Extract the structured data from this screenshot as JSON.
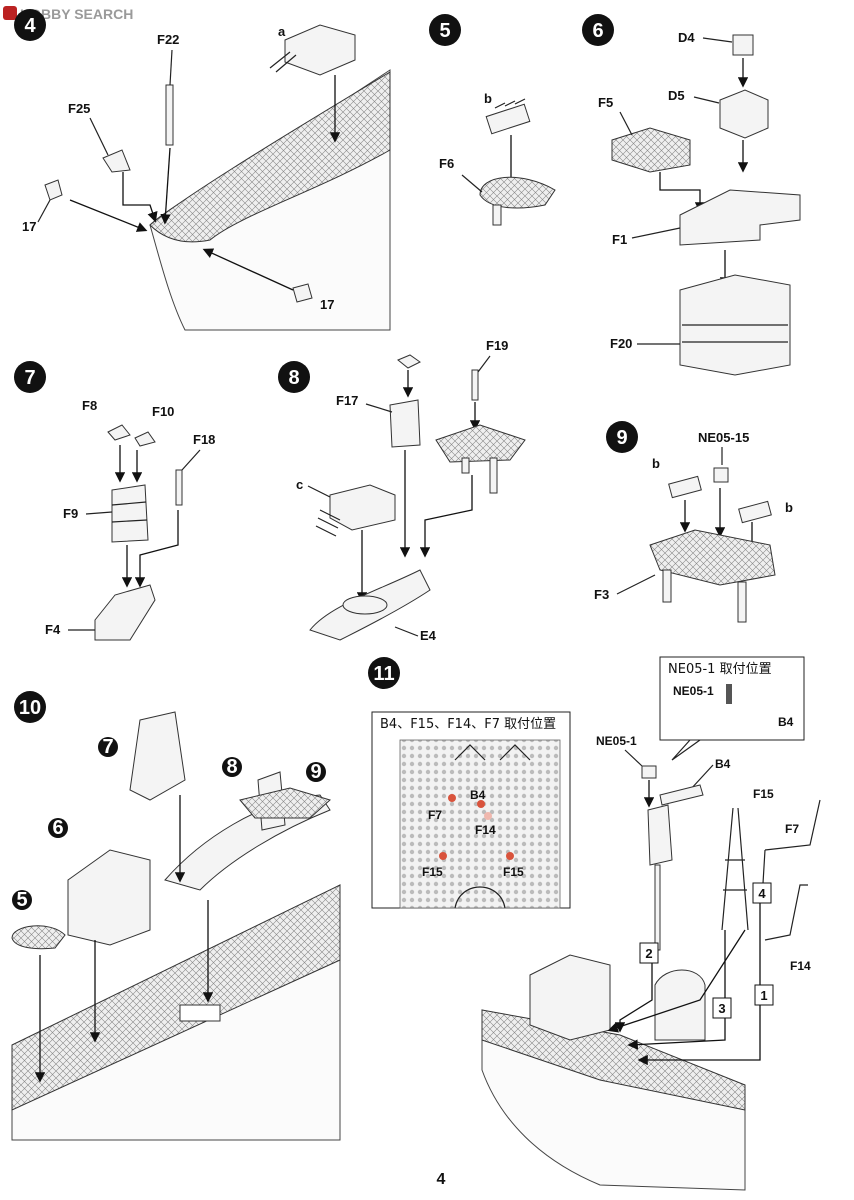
{
  "watermark": "HOBBY SEARCH",
  "page_number": "4",
  "steps": [
    {
      "number": "4",
      "labels": {
        "a": "a",
        "f22": "F22",
        "f25": "F25",
        "p17a": "17",
        "p17b": "17"
      }
    },
    {
      "number": "5",
      "labels": {
        "b": "b",
        "f6": "F6"
      }
    },
    {
      "number": "6",
      "labels": {
        "d4": "D4",
        "d5": "D5",
        "f5": "F5",
        "f1": "F1",
        "f20": "F20"
      }
    },
    {
      "number": "7",
      "labels": {
        "f8": "F8",
        "f10": "F10",
        "f18": "F18",
        "f9": "F9",
        "f4": "F4"
      }
    },
    {
      "number": "8",
      "labels": {
        "f19": "F19",
        "f17": "F17",
        "c": "c",
        "e4": "E4"
      }
    },
    {
      "number": "9",
      "labels": {
        "ne0515": "NE05-15",
        "b1": "b",
        "b2": "b",
        "f3": "F3"
      }
    },
    {
      "number": "10",
      "labels": {
        "s7": "7",
        "s8": "8",
        "s9": "9",
        "s6": "6",
        "s5": "5"
      }
    },
    {
      "number": "11",
      "labels": {
        "ne051": "NE05-1",
        "b4": "B4",
        "f15": "F15",
        "f7": "F7",
        "f14": "F14",
        "n1": "1",
        "n2": "2",
        "n3": "3",
        "n4": "4"
      }
    }
  ],
  "callout_ne051": {
    "title": "NE05-1 取付位置",
    "part": "NE05-1",
    "ref": "B4"
  },
  "callout_positions": {
    "title": "B4、F15、F14、F7 取付位置",
    "b4": "B4",
    "f7": "F7",
    "f14": "F14",
    "f15a": "F15",
    "f15b": "F15"
  },
  "colors": {
    "dot_red": "#d9533c",
    "dot_light": "#f0b8ae",
    "grid_fill": "#e6e6e6",
    "step_badge": "#111111"
  }
}
